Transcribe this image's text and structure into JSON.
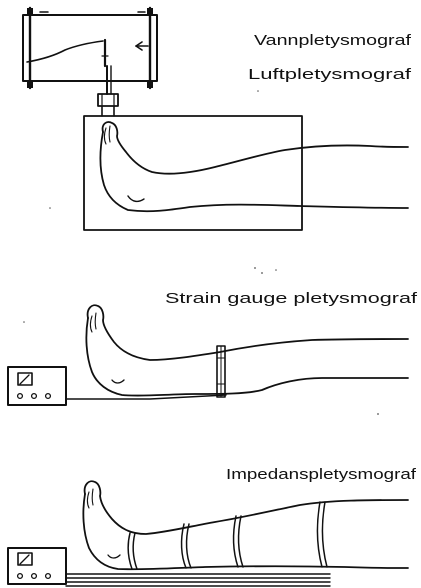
{
  "labels": {
    "water_plethysmograph": "Vannpletysmograf",
    "air_plethysmograph": "Luftpletysmograf",
    "strain_gauge_plethysmograph": "Strain gauge pletysmograf",
    "impedance_plethysmograph": "Impedanspletysmograf"
  },
  "colors": {
    "ink": "#111111",
    "paper": "#ffffff"
  }
}
